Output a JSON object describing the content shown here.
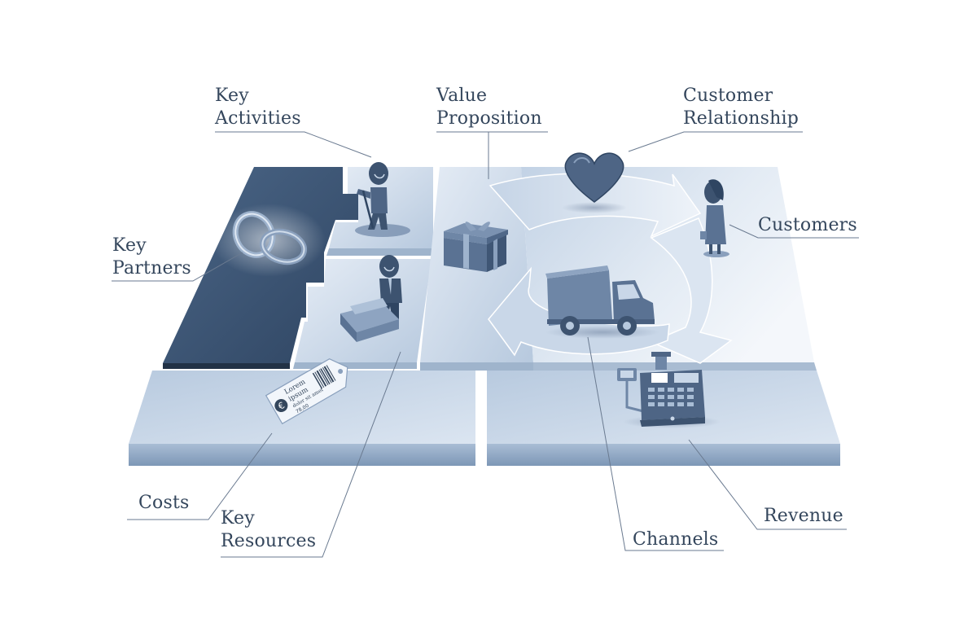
{
  "labels": {
    "key_activities": [
      "Key",
      "Activities"
    ],
    "value_proposition": [
      "Value",
      "Proposition"
    ],
    "customer_relationship": [
      "Customer",
      "Relationship"
    ],
    "customers": [
      "Customers"
    ],
    "key_partners": [
      "Key",
      "Partners"
    ],
    "costs": [
      "Costs"
    ],
    "key_resources": [
      "Key",
      "Resources"
    ],
    "channels": [
      "Channels"
    ],
    "revenue": [
      "Revenue"
    ]
  },
  "price_tag": {
    "lines": [
      "Lorem",
      "ipsum",
      "dolor sit amet"
    ],
    "currency_symbol": "€",
    "price": "78,00"
  },
  "colors": {
    "label_text": "#34465c",
    "leader_line": "#6a7a90",
    "partners_tile": "#3d5573",
    "tile_light": "#c9d7e8",
    "tile_side": "#8fa7c2",
    "icon_fill": "#4e6585",
    "arrow_fill": "#d7e2ef"
  }
}
